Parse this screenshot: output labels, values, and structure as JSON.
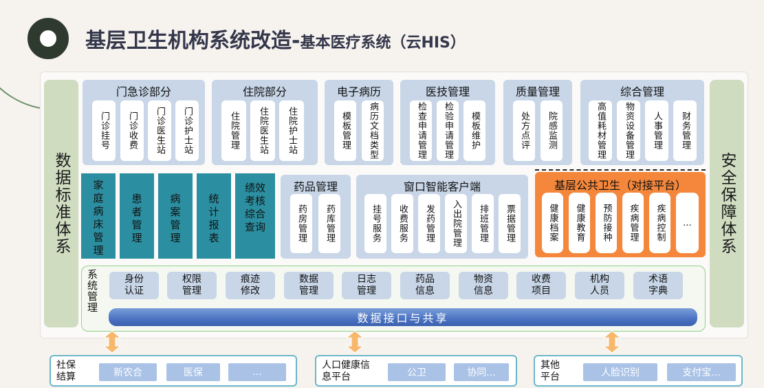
{
  "title": {
    "main": "基层卫生机构系统改造-",
    "sub": "基本医疗系统（云HIS）"
  },
  "left_sidebar": "数据标准体系",
  "right_sidebar": "安全保障体系",
  "top_groups": [
    {
      "title": "门急诊部分",
      "items": [
        "门诊挂号",
        "门诊收费",
        "门诊医生站",
        "门诊护士站"
      ]
    },
    {
      "title": "住院部分",
      "items": [
        "住院管理",
        "住院医生站",
        "住院护士站"
      ]
    },
    {
      "title": "电子病历",
      "items": [
        "模板管理",
        "病历文档类型"
      ]
    },
    {
      "title": "医技管理",
      "items": [
        "检查申请管理",
        "检验申请管理",
        "模板维护"
      ]
    },
    {
      "title": "质量管理",
      "items": [
        "处方点评",
        "院感监测"
      ]
    },
    {
      "title": "综合管理",
      "items": [
        "高值耗材管理",
        "物资设备管理",
        "人事管理",
        "财务管理"
      ]
    }
  ],
  "teal_items": [
    "家庭病床管理",
    "患者管理",
    "病案管理",
    "统计报表",
    "绩效考核综合查询"
  ],
  "drug_group": {
    "title": "药品管理",
    "items": [
      "药房管理",
      "药库管理"
    ]
  },
  "window_group": {
    "title": "窗口智能客户端",
    "items": [
      "挂号服务",
      "收费服务",
      "发药管理",
      "入出院管理",
      "排班管理",
      "票据管理"
    ]
  },
  "public_health": {
    "title": "基层公共卫生（对接平台）",
    "items": [
      "健康档案",
      "健康教育",
      "预防接种",
      "疾病管理",
      "疾病控制",
      "..."
    ]
  },
  "system_mgmt": {
    "title": "系统管理",
    "items": [
      "身份认证",
      "权限管理",
      "痕迹修改",
      "数据管理",
      "日志管理",
      "药品信息",
      "物资信息",
      "收费项目",
      "机构人员",
      "术语字典"
    ]
  },
  "interface_bar": "数据接口与共享",
  "bottom": [
    {
      "label": "社保结算",
      "buttons": [
        "新农合",
        "医保",
        "..."
      ]
    },
    {
      "label": "人口健康信息平台",
      "buttons": [
        "公卫",
        "协同..."
      ]
    },
    {
      "label": "其他平台",
      "buttons": [
        "人脸识别",
        "支付宝..."
      ]
    }
  ],
  "colors": {
    "group": "#c8d6e8",
    "teal": "#2b8fa1",
    "orange": "#f4873b",
    "sidebar": "#cfdcc0",
    "bar": "#4b73c2",
    "arrow": "#f7b86b"
  }
}
